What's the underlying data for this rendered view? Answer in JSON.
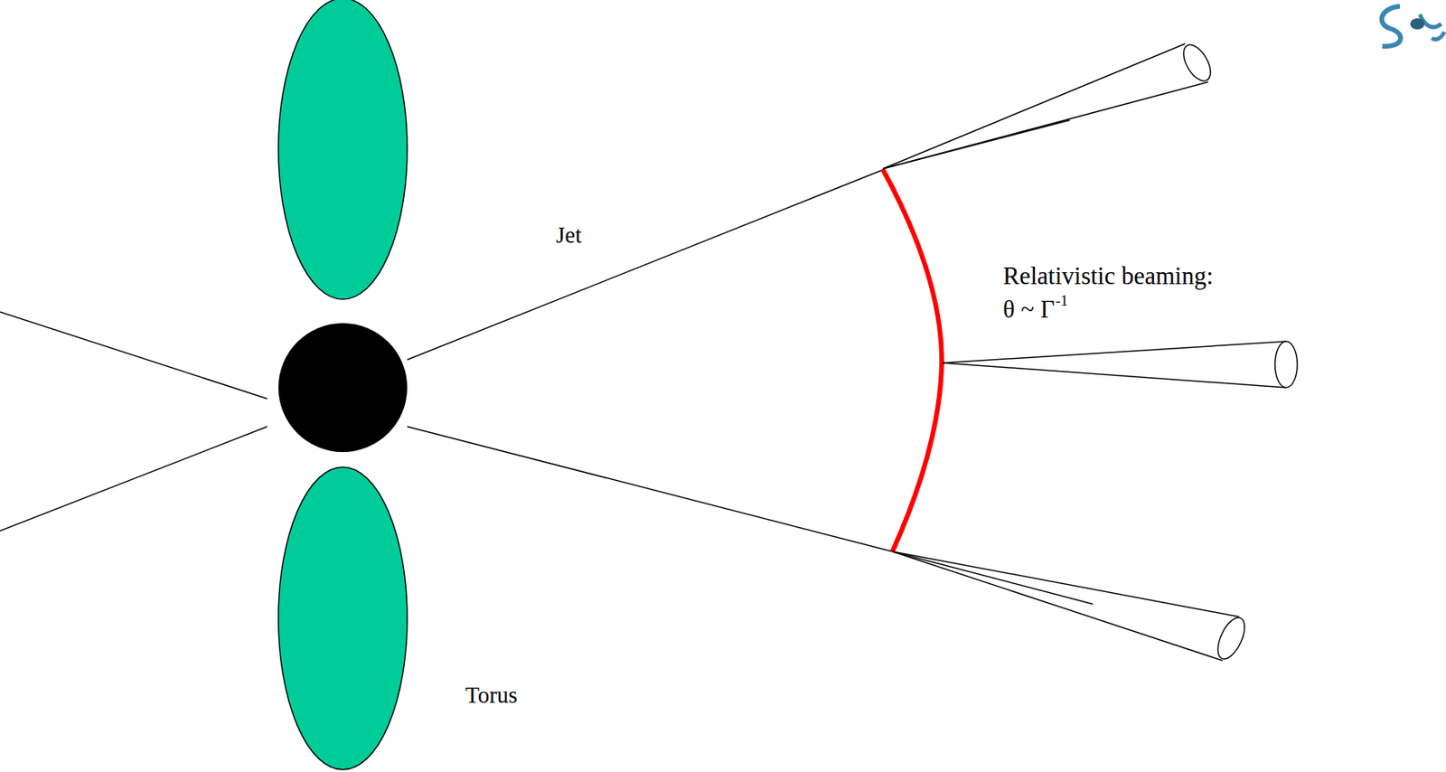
{
  "diagram": {
    "labels": [
      "Jet",
      "Relativistic beaming:",
      "θ ~ Γ",
      "-1",
      "Torus"
    ]
  }
}
